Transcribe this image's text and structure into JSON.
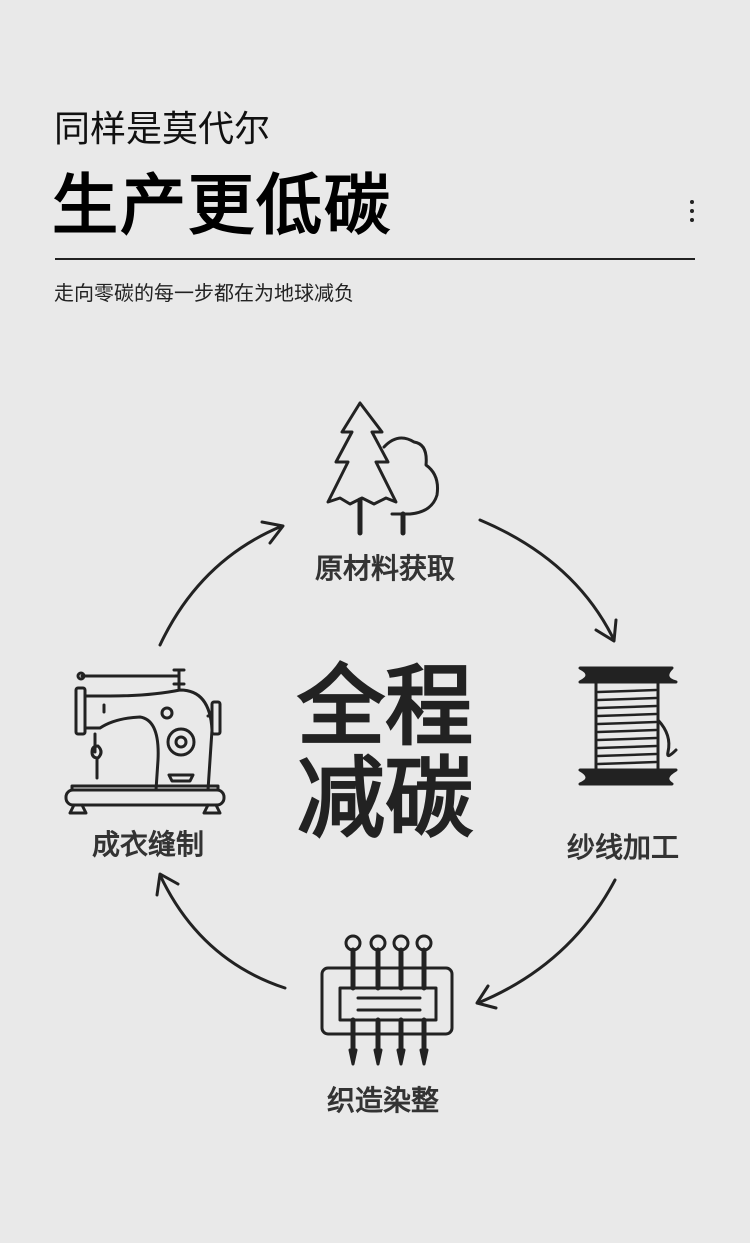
{
  "header": {
    "subtitle_top": "同样是莫代尔",
    "title": "生产更低碳",
    "tagline": "走向零碳的每一步都在为地球减负"
  },
  "cycle": {
    "center_line1": "全程",
    "center_line2": "减碳",
    "steps": [
      {
        "label": "原材料获取",
        "icon": "tree-icon"
      },
      {
        "label": "纱线加工",
        "icon": "thread-spool-icon"
      },
      {
        "label": "织造染整",
        "icon": "weaving-needles-icon"
      },
      {
        "label": "成衣缝制",
        "icon": "sewing-machine-icon"
      }
    ]
  },
  "colors": {
    "background": "#e9e9e9",
    "ink": "#222222"
  }
}
